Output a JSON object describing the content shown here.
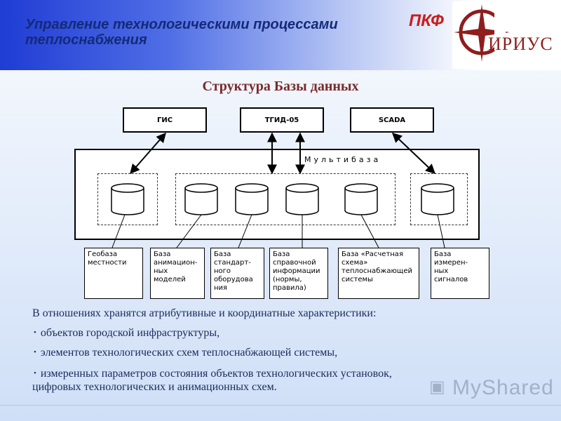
{
  "header": {
    "title_line1": "Управление технологическими процессами",
    "title_line2": "теплоснабжения",
    "pkf": "ПКФ",
    "logo_text": "ИРИУС"
  },
  "diagram": {
    "title": "Структура Базы данных",
    "top_boxes": [
      "ГИС",
      "ТГИД-05",
      "SCADA"
    ],
    "multibase_label": "Мультибаза",
    "bottom_boxes": [
      [
        "Геобаза",
        "местности"
      ],
      [
        "База",
        "анимацион-",
        "ных",
        "моделей"
      ],
      [
        "База",
        "стандарт-",
        "ного",
        "оборудова",
        "ния"
      ],
      [
        "База",
        "справочной",
        "информации",
        "(нормы,",
        "правила)"
      ],
      [
        "База «Расчетная",
        "схема»",
        "теплоснабжающей",
        "системы"
      ],
      [
        "База",
        "измерен-",
        "ных",
        "сигналов"
      ]
    ]
  },
  "text": {
    "intro": "В отношениях хранятся атрибутивные и координатные характеристики:",
    "bullets": [
      "объектов городской инфраструктуры,",
      "элементов технологических схем теплоснабжающей системы,",
      "измеренных параметров состояния объектов технологических установок,"
    ],
    "continuation": "цифровых технологических и анимационных схем."
  },
  "watermark": "MyShared",
  "colors": {
    "header_blue": "#1f3cd4",
    "title_red": "#7a2a2a",
    "brand_red": "#c81e1e"
  }
}
